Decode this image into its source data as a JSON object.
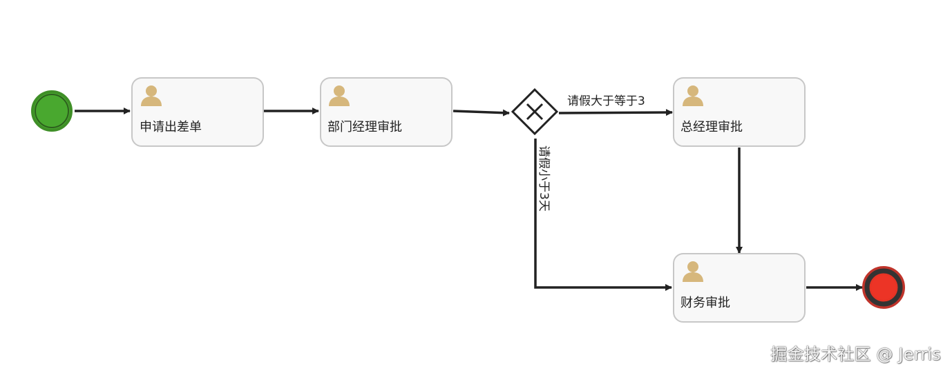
{
  "tasks": [
    {
      "label": "申请出差单"
    },
    {
      "label": "部门经理审批"
    },
    {
      "label": "总经理审批"
    },
    {
      "label": "财务审批"
    }
  ],
  "flows": [
    {
      "label": "请假大于等于3"
    },
    {
      "label": "请假小于3天"
    }
  ],
  "icons": {
    "task": "user-icon",
    "gateway": "exclusive-gateway-x-icon"
  },
  "colors": {
    "start_fill": "#49a82f",
    "start_stroke": "#3f8f27",
    "end_fill": "#e63324",
    "end_stroke": "#c0342b",
    "task_fill": "#f8f8f8",
    "task_stroke": "#c7c7c7",
    "icon_color": "#d6b77c",
    "line_color": "#222222"
  },
  "watermark": "掘金技术社区 @ Jerris"
}
